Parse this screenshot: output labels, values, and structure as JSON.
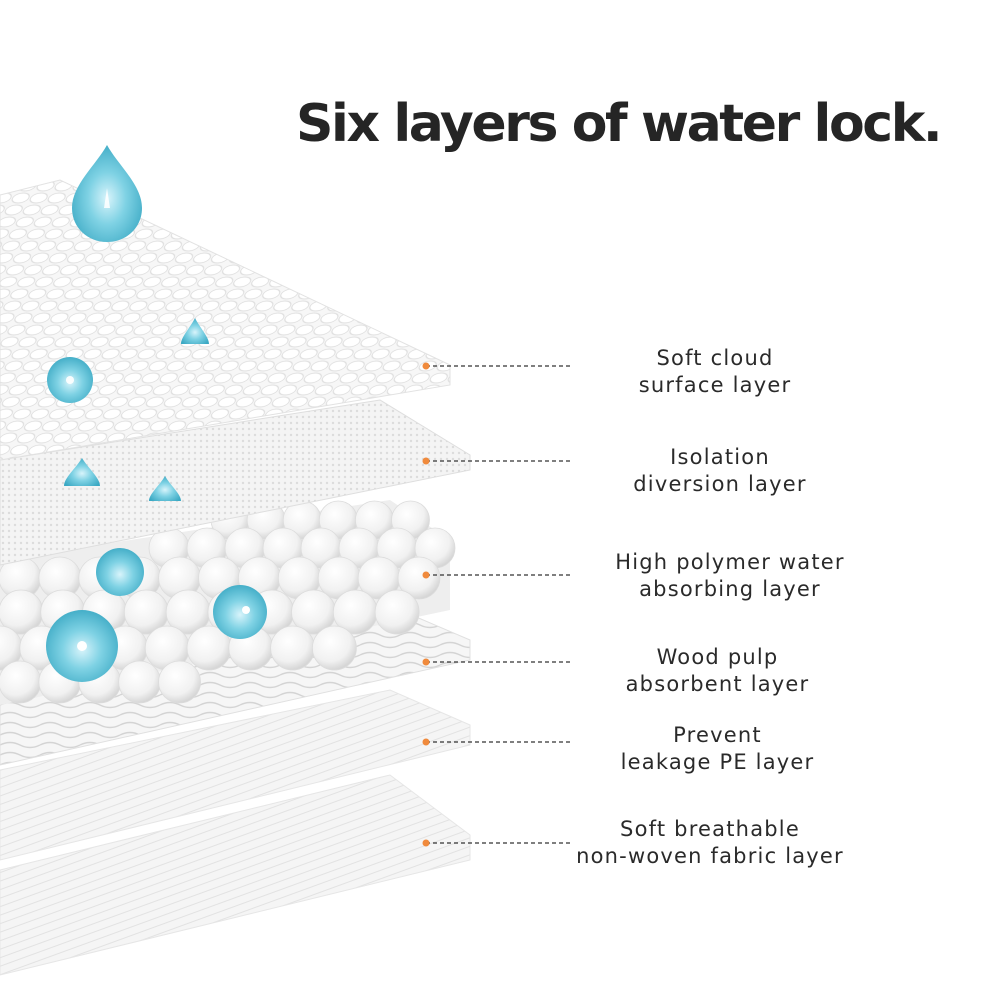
{
  "title": "Six layers of water lock.",
  "colors": {
    "accent_dot": "#f08a3c",
    "droplet": "#5fc3d8",
    "title": "#252525",
    "label": "#2a2a2a"
  },
  "layers": [
    {
      "line1": "Soft cloud",
      "line2": "surface layer"
    },
    {
      "line1": "Isolation",
      "line2": "diversion layer"
    },
    {
      "line1": "High polymer water",
      "line2": "absorbing layer"
    },
    {
      "line1": "Wood pulp",
      "line2": "absorbent layer"
    },
    {
      "line1": "Prevent",
      "line2": "leakage PE layer"
    },
    {
      "line1": "Soft breathable",
      "line2": "non-woven fabric layer"
    }
  ]
}
